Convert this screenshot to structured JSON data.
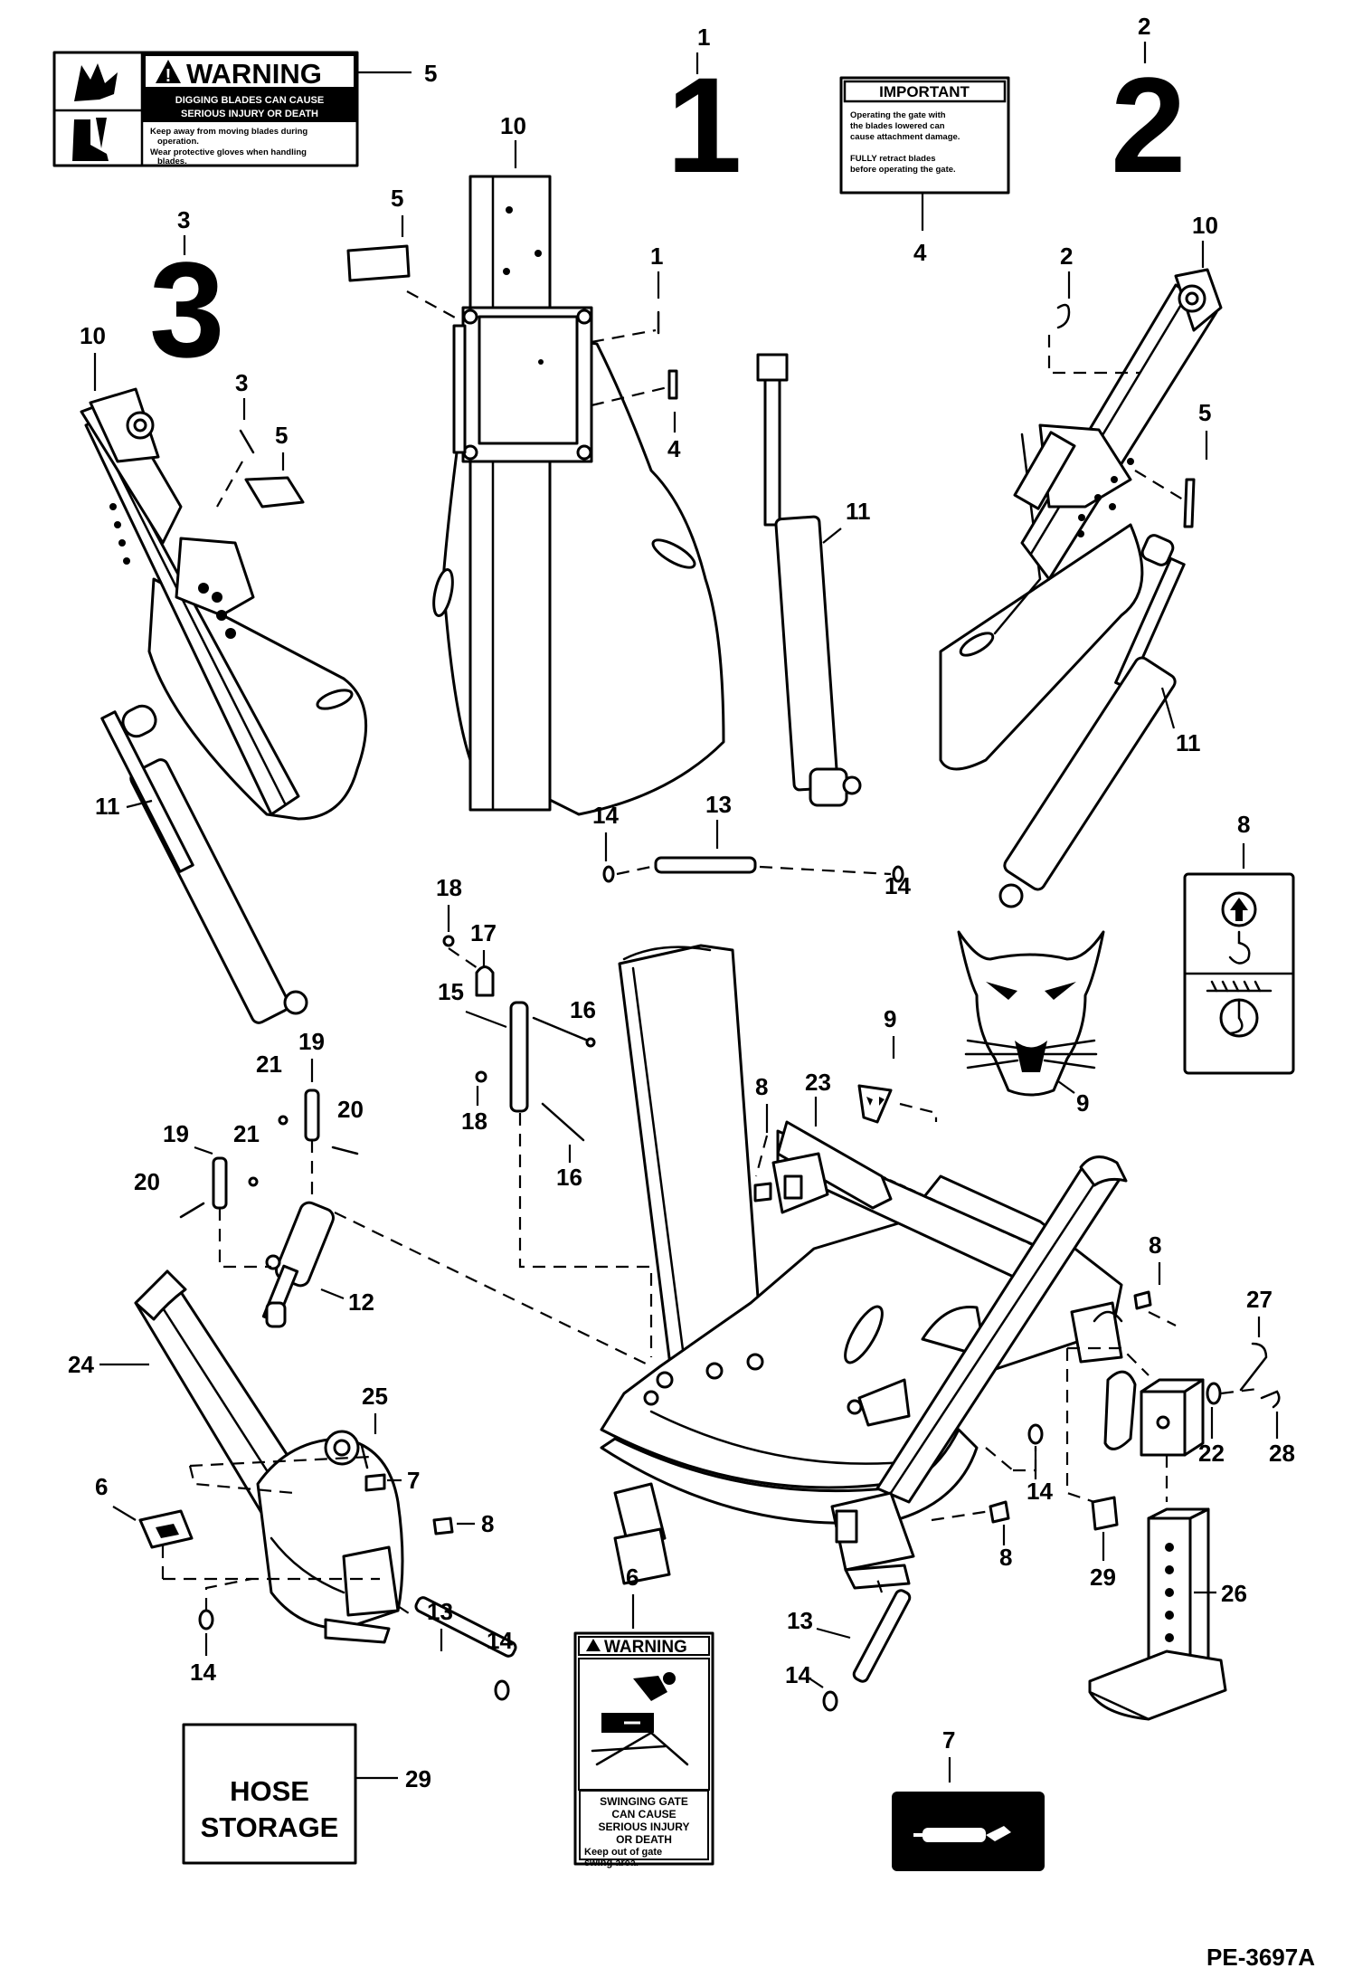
{
  "figure": {
    "drawing_number": "PE-3697A"
  },
  "group_numbers": [
    {
      "group": "1",
      "callout": "1"
    },
    {
      "group": "2",
      "callout": "2"
    },
    {
      "group": "3",
      "callout": "3"
    }
  ],
  "decals": {
    "warning_blades": {
      "callout": "5",
      "heading": "WARNING",
      "hazard_line1": "DIGGING BLADES CAN CAUSE",
      "hazard_line2": "SERIOUS INJURY OR DEATH",
      "bullet1_line1": "Keep away from moving blades during",
      "bullet1_line2": "operation.",
      "bullet2_line1": "Wear protective gloves when handling",
      "bullet2_line2": "blades."
    },
    "important": {
      "callout": "4",
      "heading": "IMPORTANT",
      "line1": "Operating the gate with",
      "line2": "the blades lowered can",
      "line3": "cause attachment damage.",
      "line4": "FULLY retract blades",
      "line5": "before operating the gate."
    },
    "warning_gate": {
      "callout": "6",
      "heading": "WARNING",
      "line1": "SWINGING GATE",
      "line2": "CAN CAUSE",
      "line3": "SERIOUS INJURY",
      "line4": "OR DEATH",
      "line5": "Keep out of gate",
      "line6": "swing area."
    },
    "hose_storage": {
      "callout": "29",
      "line1": "HOSE",
      "line2": "STORAGE"
    },
    "lift_point": {
      "callout": "8"
    },
    "hydraulic": {
      "callout": "7"
    },
    "logo": {
      "callout": "9"
    }
  },
  "callouts": {
    "blade1_pin": "1",
    "blade1_decal5": "5",
    "blade1_decal4": "4",
    "blade1_guide": "10",
    "blade2_pin": "2",
    "blade2_guide": "10",
    "blade2_decal5": "5",
    "blade3_pin": "3",
    "blade3_decal5": "5",
    "blade3_guide": "10",
    "cyl_left": "11",
    "cyl_center": "11",
    "cyl_right": "11",
    "pin13_top": "13",
    "clip14_top_left": "14",
    "clip14_top_right": "14",
    "screw18_top": "18",
    "pin17": "17",
    "pin15": "15",
    "bolt16_top": "16",
    "screw18_bottom": "18",
    "bolt16_bottom": "16",
    "pin19_top": "19",
    "screw21_top": "21",
    "bolt20_right": "20",
    "pin19_left": "19",
    "screw21_left": "21",
    "bolt20_left": "20",
    "cyl12": "12",
    "arm24": "24",
    "pin25": "25",
    "decal7_arm": "7",
    "decal6_arm": "6",
    "decal8_arm": "8",
    "clip14_arm": "14",
    "pin13_arm": "13",
    "clip14_arm_end": "14",
    "decal8_frame": "8",
    "frame23": "23",
    "logo9_frame": "9",
    "logo9_large": "9",
    "decal8_right": "8",
    "pin27": "27",
    "washer22": "22",
    "pin28": "28",
    "clip14_frame": "14",
    "decal8_frame_low": "8",
    "decal29_frame": "29",
    "jack26": "26",
    "pin13_frame": "13",
    "clip14_frame_low": "14"
  }
}
